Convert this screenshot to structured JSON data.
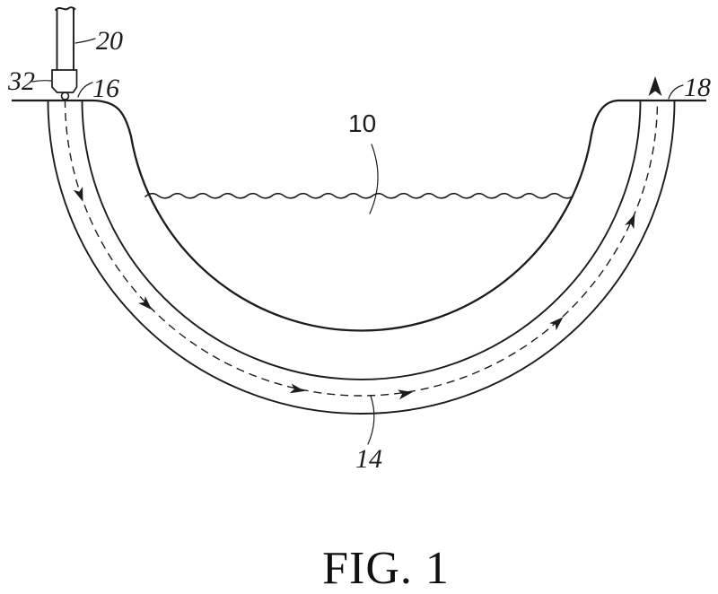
{
  "figure": {
    "caption": "FIG. 1",
    "labels": {
      "system": "10",
      "borehole": "14",
      "entry_point": "16",
      "exit_point": "18",
      "drill_string": "20",
      "drill_rig": "32"
    }
  }
}
